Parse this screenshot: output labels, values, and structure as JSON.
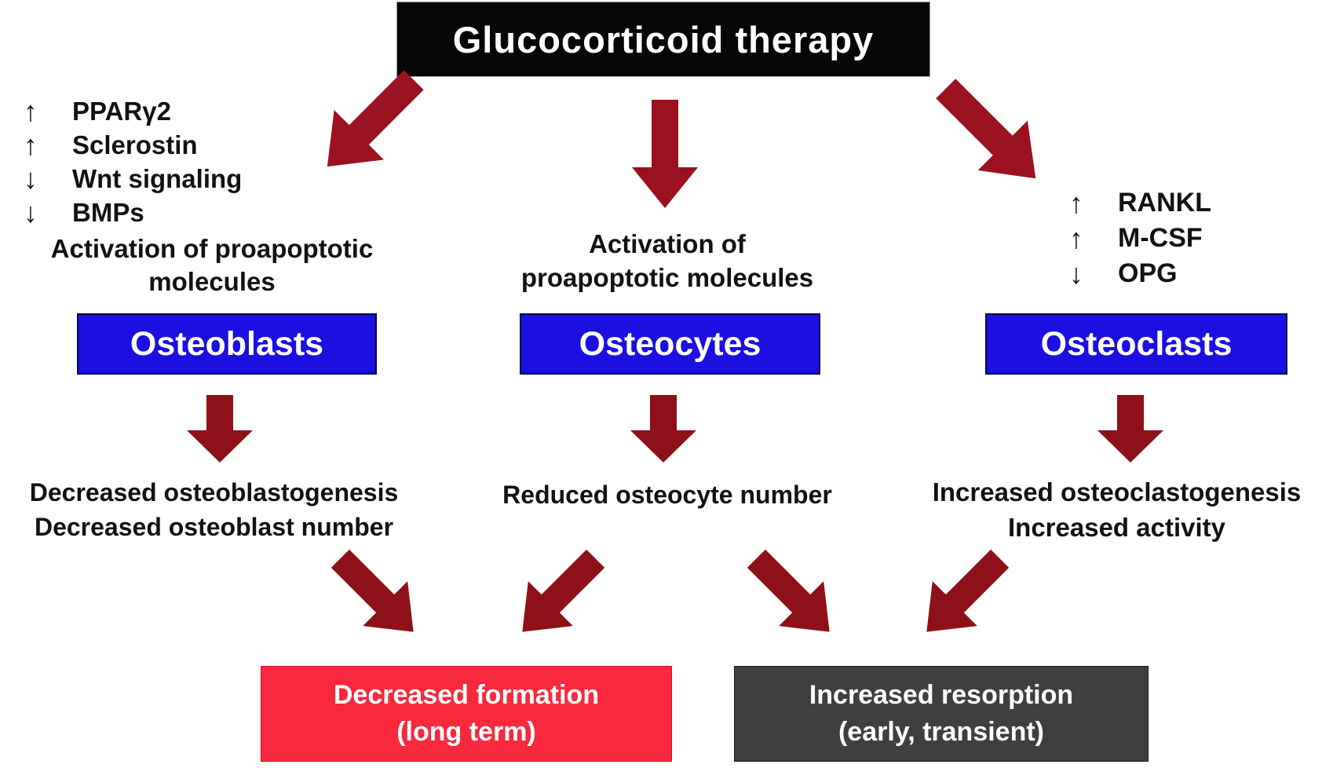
{
  "title": "Glucocorticoid therapy",
  "colors": {
    "header_bg": "#060606",
    "cell_bg": "#1b0fe1",
    "formation_bg": "#f8293d",
    "resorption_bg": "#3f3e41",
    "arrow_big": "#9c1120",
    "arrow_small": "#8e1018",
    "text": "#121212",
    "box_text": "#ffffff"
  },
  "left_factors": {
    "items": [
      {
        "glyph": "↑",
        "label": "PPARγ2"
      },
      {
        "glyph": "↑",
        "label": "Sclerostin"
      },
      {
        "glyph": "↓",
        "label": "Wnt signaling"
      },
      {
        "glyph": "↓",
        "label": "BMPs"
      }
    ],
    "line1": "Activation of proapoptotic",
    "line2": "molecules"
  },
  "middle_factors": {
    "line1": "Activation of",
    "line2": "proapoptotic molecules"
  },
  "right_factors": {
    "items": [
      {
        "glyph": "↑",
        "label": "RANKL"
      },
      {
        "glyph": "↑",
        "label": "M-CSF"
      },
      {
        "glyph": "↓",
        "label": "OPG"
      }
    ]
  },
  "cells": {
    "osteoblasts": "Osteoblasts",
    "osteocytes": "Osteocytes",
    "osteoclasts": "Osteoclasts"
  },
  "outcomes": {
    "osteoblasts": {
      "line1": "Decreased osteoblastogenesis",
      "line2": "Decreased osteoblast number"
    },
    "osteocytes": {
      "line1": "Reduced osteocyte number"
    },
    "osteoclasts": {
      "line1": "Increased osteoclastogenesis",
      "line2": "Increased activity"
    }
  },
  "results": {
    "formation": {
      "line1": "Decreased formation",
      "line2": "(long term)"
    },
    "resorption": {
      "line1": "Increased resorption",
      "line2": "(early, transient)"
    }
  }
}
